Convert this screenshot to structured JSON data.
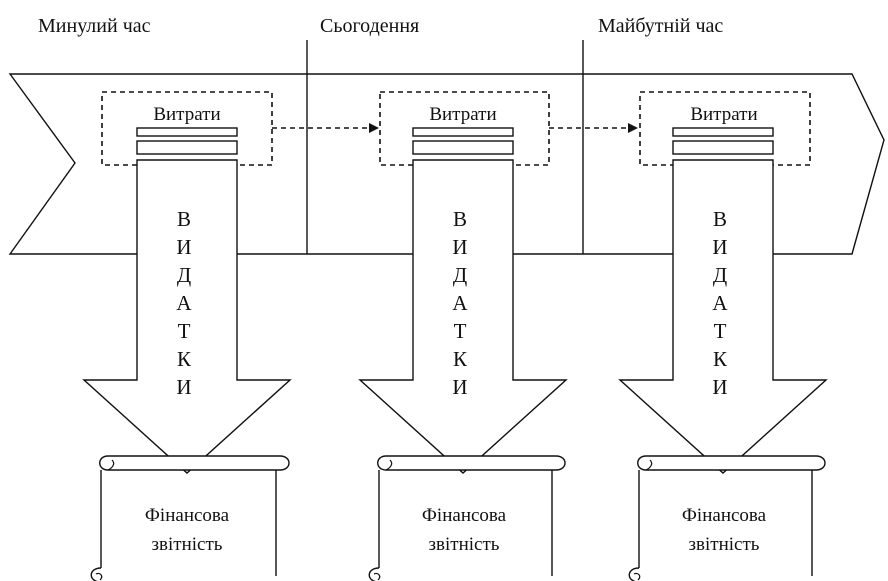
{
  "timeline": {
    "past": "Минулий час",
    "present": "Сьогодення",
    "future": "Майбутній час"
  },
  "stages": [
    {
      "box_label": "Витрати",
      "arrow_letters": [
        "В",
        "И",
        "Д",
        "А",
        "Т",
        "К",
        "И"
      ],
      "report_line1": "Фінансова",
      "report_line2": "звітність"
    },
    {
      "box_label": "Витрати",
      "arrow_letters": [
        "В",
        "И",
        "Д",
        "А",
        "Т",
        "К",
        "И"
      ],
      "report_line1": "Фінансова",
      "report_line2": "звітність"
    },
    {
      "box_label": "Витрати",
      "arrow_letters": [
        "В",
        "И",
        "Д",
        "А",
        "Т",
        "К",
        "И"
      ],
      "report_line1": "Фінансова",
      "report_line2": "звітність"
    }
  ]
}
